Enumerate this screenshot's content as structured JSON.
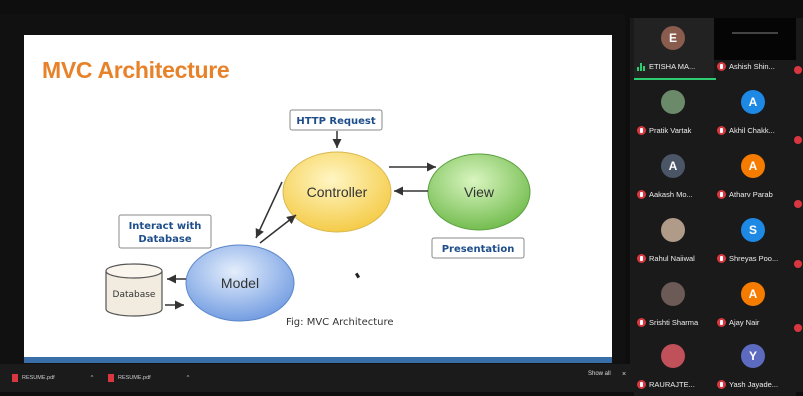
{
  "slide": {
    "title": "MVC Architecture",
    "caption": "Fig: MVC Architecture",
    "nodes": {
      "controller": "Controller",
      "view": "View",
      "model": "Model",
      "database": "Database"
    },
    "labels": {
      "http_request": "HTTP Request",
      "presentation": "Presentation",
      "interact_line1": "Interact with",
      "interact_line2": "Database"
    }
  },
  "participants": [
    {
      "initial": "E",
      "name": "ETISHA MA...",
      "color": "#8a5c4e",
      "speaking": true
    },
    {
      "initial": "",
      "name": "Ashish Shin...",
      "color": "#050505",
      "dark": true
    },
    {
      "initial": "",
      "name": "Pratik Vartak",
      "color": "#6a8a6a",
      "photo": true
    },
    {
      "initial": "A",
      "name": "Akhil Chakk...",
      "color": "#1e88e5"
    },
    {
      "initial": "A",
      "name": "Aakash Mo...",
      "color": "#4a5566"
    },
    {
      "initial": "A",
      "name": "Atharv Parab",
      "color": "#f57c00"
    },
    {
      "initial": "",
      "name": "Rahul Naiiwal",
      "color": "#b09a88",
      "photo": true
    },
    {
      "initial": "S",
      "name": "Shreyas Poo...",
      "color": "#1e88e5"
    },
    {
      "initial": "",
      "name": "Srishti Sharma",
      "color": "#6b5a55",
      "photo": true
    },
    {
      "initial": "A",
      "name": "Ajay Nair",
      "color": "#f57c00"
    },
    {
      "initial": "",
      "name": "RAURAJTE...",
      "color": "#c0505a",
      "photo": true
    },
    {
      "initial": "Y",
      "name": "Yash Jayade...",
      "color": "#5c6bc0"
    }
  ],
  "taskbar": {
    "download1": "RESUME.pdf",
    "download2": "RESUME.pdf",
    "show_all": "Show all",
    "close": "×"
  },
  "colors": {
    "title": "#e8822a",
    "controller_fill": "#fde27a",
    "view_fill": "#8fd06a",
    "model_fill": "#8fb4ec",
    "mute": "#d9373f",
    "active": "#2ecc71"
  }
}
